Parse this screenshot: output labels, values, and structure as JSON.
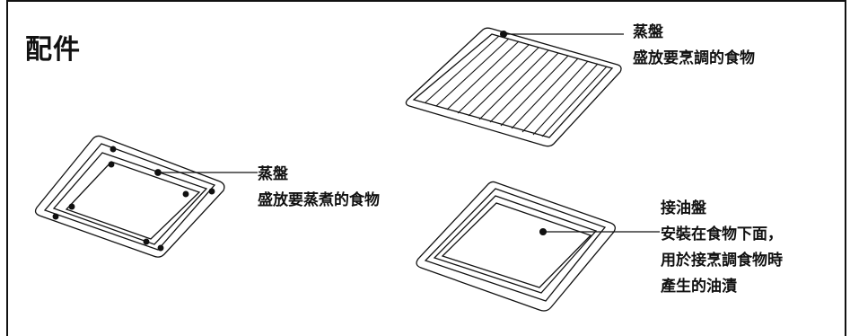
{
  "page": {
    "title": "配件"
  },
  "items": [
    {
      "name": "蒸盤",
      "desc": [
        "盛放要烹調的食物"
      ]
    },
    {
      "name": "蒸盤",
      "desc": [
        "盛放要蒸煮的食物"
      ]
    },
    {
      "name": "接油盤",
      "desc": [
        "安裝在食物下面，",
        "用於接烹調食物時",
        "產生的油漬"
      ]
    }
  ]
}
